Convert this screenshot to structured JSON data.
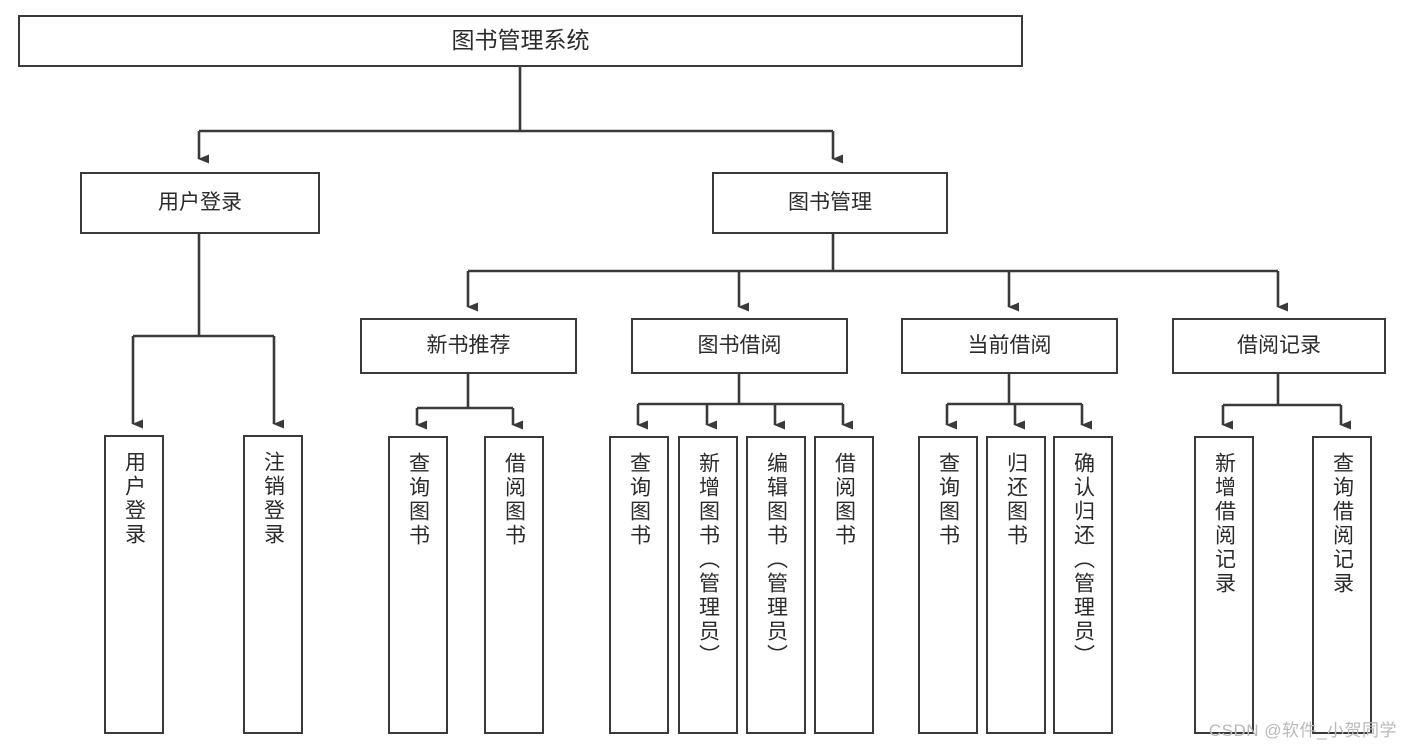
{
  "diagram": {
    "title": "图书管理系统",
    "watermark": "CSDN @软件_小贺同学",
    "colors": {
      "box_border": "#3a3a3a",
      "box_fill": "#ffffff",
      "connector": "#3a3a3a",
      "text": "#2b2b2b",
      "watermark": "#b9b9b9"
    },
    "nodes": {
      "root": {
        "label": "图书管理系统"
      },
      "level1": [
        {
          "label": "用户登录"
        },
        {
          "label": "图书管理"
        }
      ],
      "level2": [
        {
          "label": "新书推荐"
        },
        {
          "label": "图书借阅"
        },
        {
          "label": "当前借阅"
        },
        {
          "label": "借阅记录"
        }
      ],
      "leaves": {
        "user_login": [
          {
            "label": "用户登录"
          },
          {
            "label": "注销登录"
          }
        ],
        "new_book_recommend": [
          {
            "label": "查询图书"
          },
          {
            "label": "借阅图书"
          }
        ],
        "book_borrow": [
          {
            "label": "查询图书"
          },
          {
            "label": "新增图书（管理员）"
          },
          {
            "label": "编辑图书（管理员）"
          },
          {
            "label": "借阅图书"
          }
        ],
        "current_borrow": [
          {
            "label": "查询图书"
          },
          {
            "label": "归还图书"
          },
          {
            "label": "确认归还（管理员）"
          }
        ],
        "borrow_record": [
          {
            "label": "新增借阅记录"
          },
          {
            "label": "查询借阅记录"
          }
        ]
      }
    }
  }
}
